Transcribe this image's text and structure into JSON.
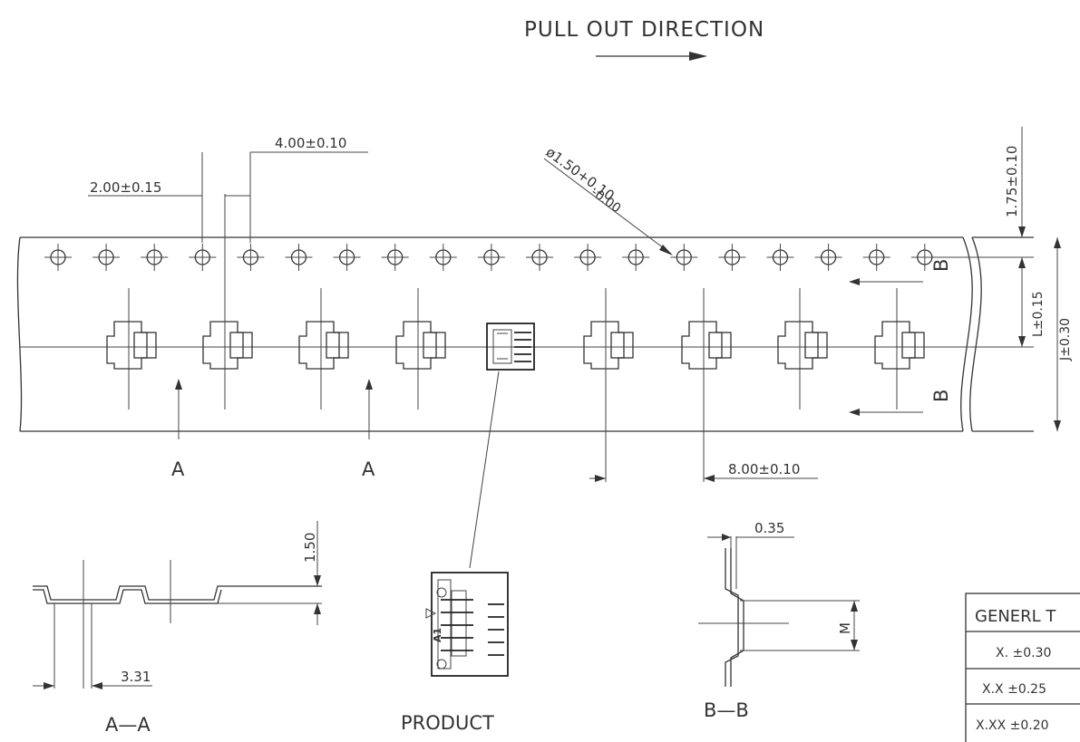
{
  "title": "PULL OUT DIRECTION",
  "dimensions": {
    "hole_pitch": "4.00±0.10",
    "hole_to_pocket": "2.00±0.15",
    "hole_diameter": "ø1.50+0.10",
    "hole_diameter_minus": "-0.00",
    "edge_to_hole": "1.75±0.10",
    "hole_row_to_pocket": "L±0.15",
    "tape_width": "J±0.30",
    "pocket_pitch": "8.00±0.10",
    "pocket_depth": "1.50",
    "pocket_width": "3.31",
    "tape_thickness": "0.35",
    "pocket_length": "M"
  },
  "section_markers": {
    "a": "A",
    "b": "B"
  },
  "views": {
    "section_a": "A—A",
    "product": "PRODUCT",
    "section_b": "B—B"
  },
  "tolerance_table": {
    "header": "GENERL T",
    "rows": [
      "X.  ±0.30",
      "X.X  ±0.25",
      "X.XX  ±0.20"
    ]
  },
  "product_mark": "A1"
}
